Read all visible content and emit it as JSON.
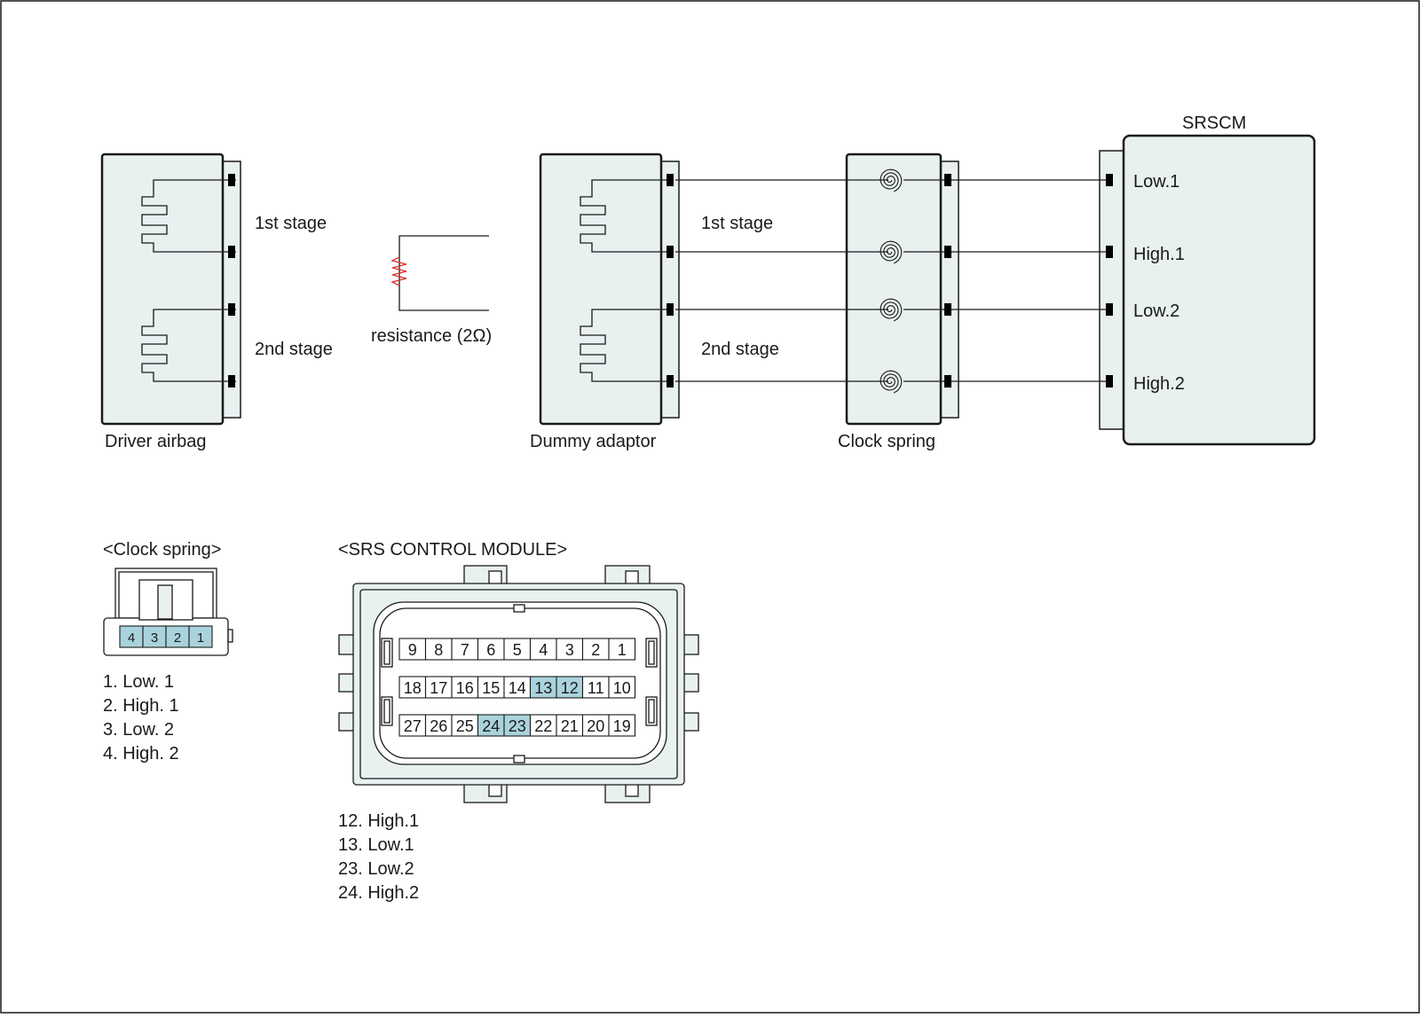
{
  "colors": {
    "box_fill": "#e8f0f0",
    "stroke": "#1a1a1a",
    "highlight": "#a9d3dc",
    "resistor": "#e0302a",
    "background": "#ffffff"
  },
  "icons": {
    "clock_spring_coil": "spiral-coil-icon",
    "resistor": "zigzag-resistor-icon",
    "squib": "squib-connector-icon"
  },
  "wiring": {
    "srscm_title": "SRSCM",
    "driver_airbag": {
      "caption": "Driver airbag",
      "stage1": "1st stage",
      "stage2": "2nd stage"
    },
    "resistor_label": "resistance (2Ω)",
    "dummy_adaptor": {
      "caption": "Dummy adaptor",
      "stage1": "1st stage",
      "stage2": "2nd stage"
    },
    "clock_spring_caption": "Clock spring",
    "srscm_pins": [
      "Low.1",
      "High.1",
      "Low.2",
      "High.2"
    ]
  },
  "clock_spring_connector": {
    "title": "<Clock spring>",
    "pins": [
      "4",
      "3",
      "2",
      "1"
    ],
    "legend": [
      "1. Low. 1",
      "2. High. 1",
      "3. Low. 2",
      "4. High. 2"
    ]
  },
  "srs_module_connector": {
    "title": "<SRS CONTROL MODULE>",
    "rows": [
      [
        "9",
        "8",
        "7",
        "6",
        "5",
        "4",
        "3",
        "2",
        "1"
      ],
      [
        "18",
        "17",
        "16",
        "15",
        "14",
        "13",
        "12",
        "11",
        "10"
      ],
      [
        "27",
        "26",
        "25",
        "24",
        "23",
        "22",
        "21",
        "20",
        "19"
      ]
    ],
    "highlighted_pins": [
      "12",
      "13",
      "23",
      "24"
    ],
    "legend": [
      "12. High.1",
      "13. Low.1",
      "23. Low.2",
      "24. High.2"
    ]
  }
}
